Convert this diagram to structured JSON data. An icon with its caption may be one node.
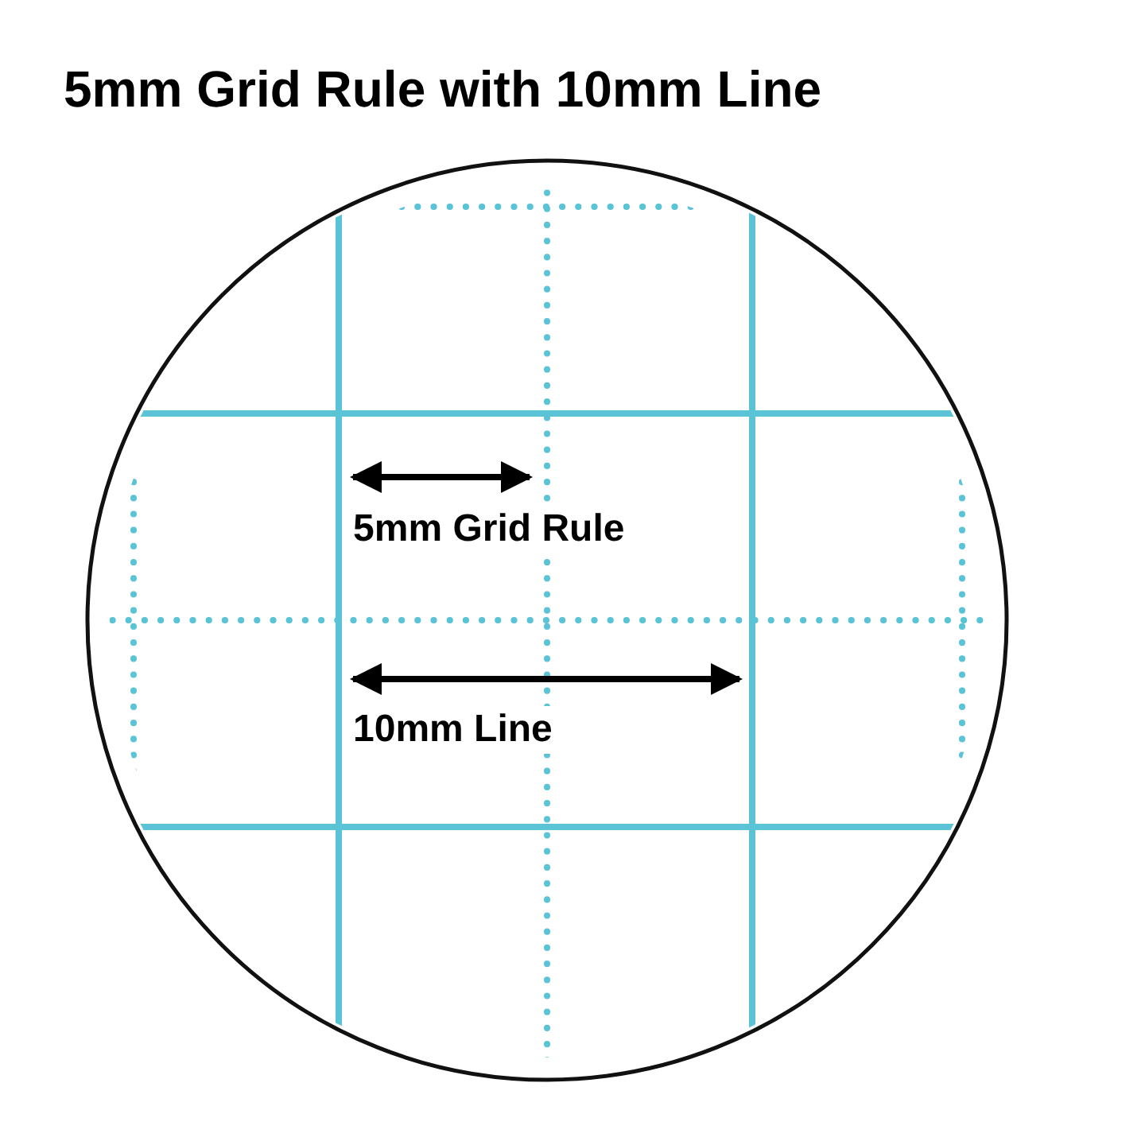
{
  "diagram": {
    "title": "5mm Grid Rule with 10mm Line",
    "labels": [
      "5mm Grid Rule",
      "10mm Line"
    ]
  }
}
